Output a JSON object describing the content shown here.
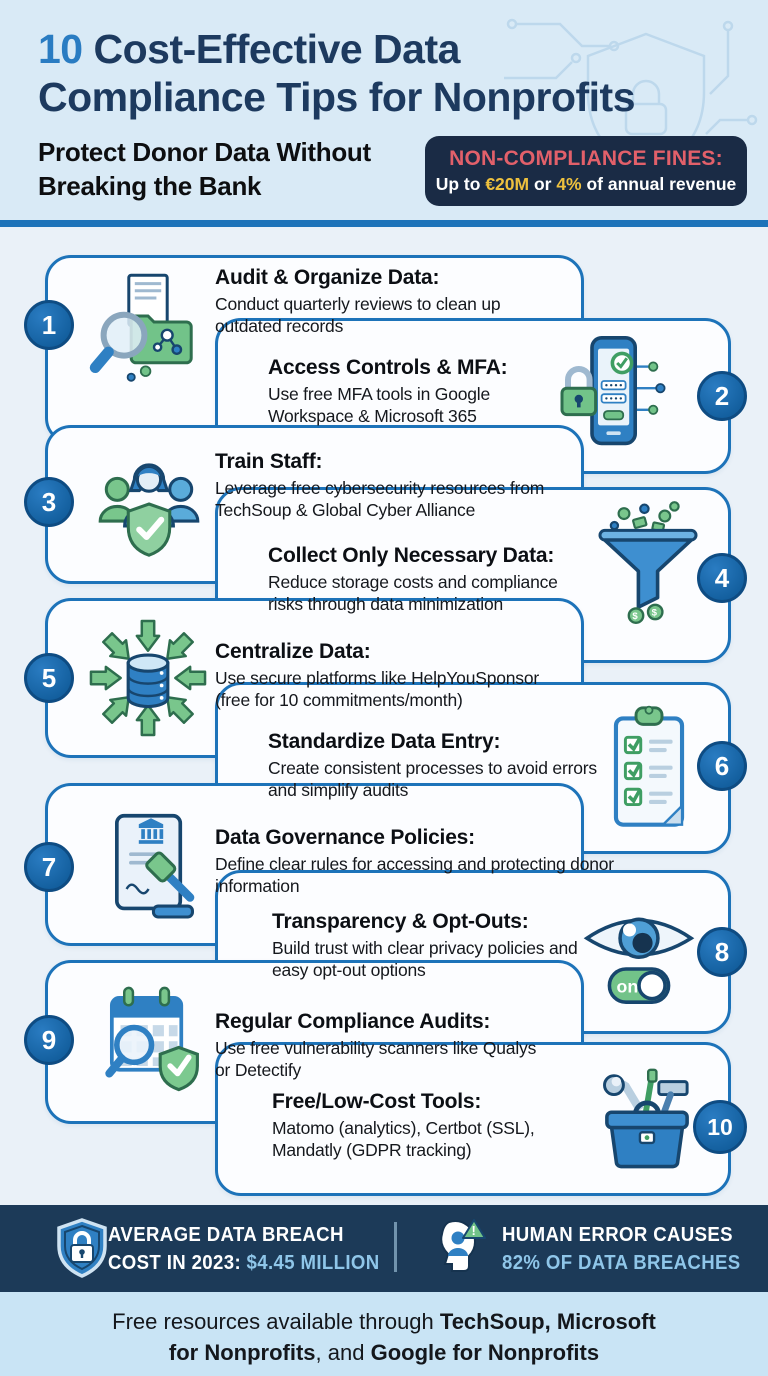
{
  "header": {
    "title_accent": "10",
    "title_line1_rest": " Cost-Effective Data",
    "title_line2": "Compliance Tips for Nonprofits",
    "subtitle_line1": "Protect Donor Data Without",
    "subtitle_line2": "Breaking the Bank",
    "fines_badge": {
      "heading": "NON-COMPLIANCE FINES:",
      "prefix": "Up to ",
      "amount": "€20M",
      "middle": " or ",
      "percent": "4%",
      "suffix": " of annual revenue"
    }
  },
  "tips": [
    {
      "number": "1",
      "title": "Audit & Organize Data:",
      "body": "Conduct quarterly reviews to clean up outdated records",
      "icon": "audit-magnifier-folder-icon"
    },
    {
      "number": "2",
      "title": "Access Controls & MFA:",
      "body": "Use free MFA tools in Google Workspace & Microsoft 365",
      "icon": "phone-mfa-lock-icon"
    },
    {
      "number": "3",
      "title": "Train Staff:",
      "body": "Leverage free cybersecurity resources from TechSoup & Global Cyber Alliance",
      "icon": "staff-shield-icon"
    },
    {
      "number": "4",
      "title": "Collect Only Necessary Data:",
      "body": "Reduce storage costs and compliance risks through data minimization",
      "icon": "data-funnel-icon",
      "coin_symbol": "$"
    },
    {
      "number": "5",
      "title": "Centralize Data:",
      "body": "Use secure platforms like HelpYouSponsor (free for 10 commitments/month)",
      "icon": "database-arrows-icon"
    },
    {
      "number": "6",
      "title": "Standardize Data Entry:",
      "body": "Create consistent processes to avoid errors and simplify audits",
      "icon": "clipboard-checklist-icon"
    },
    {
      "number": "7",
      "title": "Data Governance Policies:",
      "body": "Define clear rules for accessing and protecting donor information",
      "icon": "policy-gavel-icon"
    },
    {
      "number": "8",
      "title": "Transparency & Opt-Outs:",
      "body": "Build trust with clear privacy policies and easy opt-out options",
      "icon": "eye-toggle-icon",
      "toggle_label": "on"
    },
    {
      "number": "9",
      "title": "Regular Compliance Audits:",
      "body": "Use free vulnerability scanners like Qualys or Detectify",
      "icon": "calendar-audit-shield-icon"
    },
    {
      "number": "10",
      "title": "Free/Low-Cost Tools:",
      "body": "Matomo (analytics), Certbot (SSL), Mandatly (GDPR tracking)",
      "icon": "toolbox-icon"
    }
  ],
  "stats_bar": {
    "items": [
      {
        "icon": "shield-lock-icon",
        "line1": "AVERAGE DATA BREACH",
        "line2_prefix": "COST IN 2023: ",
        "line2_highlight": "$4.45 MILLION"
      },
      {
        "icon": "head-warning-icon",
        "line1": "HUMAN ERROR CAUSES",
        "line2_prefix": "",
        "line2_highlight": "82% OF DATA BREACHES",
        "warning_symbol": "!"
      }
    ]
  },
  "footer": {
    "segments": [
      {
        "text": "Free resources available through "
      },
      {
        "text": "TechSoup, Microsoft for Nonprofits"
      },
      {
        "text": ", and "
      },
      {
        "text": "Google for Nonprofits"
      }
    ]
  },
  "colors": {
    "accent_blue": "#2a7cc2",
    "navy_title": "#1d3a5f",
    "card_border": "#1d73b9",
    "badge_bg": "#1a2b45",
    "badge_red": "#e2606a",
    "badge_gold": "#eec13e",
    "stats_bg": "#1c3a58",
    "stats_highlight": "#8fc6e9",
    "green": "#79c68c"
  }
}
